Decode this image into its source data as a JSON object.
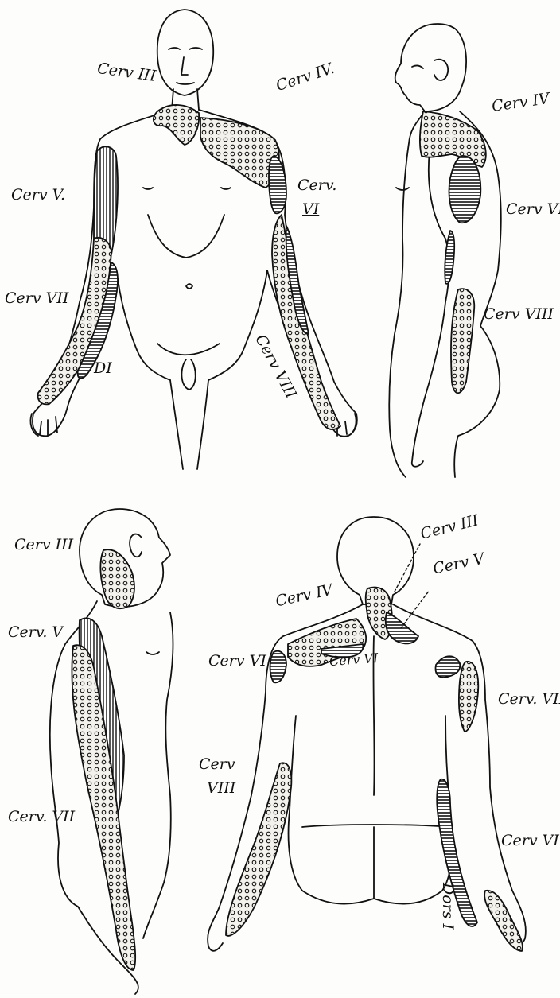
{
  "figure": {
    "labels": {
      "front_cerv_iii": "Cerv III",
      "front_cerv_iv": "Cerv IV.",
      "front_cerv_v": "Cerv V.",
      "front_cerv_vi_a": "Cerv.",
      "front_cerv_vi_b": "VI",
      "front_cerv_vii": "Cerv VII",
      "front_di": "DI",
      "front_cerv_viii": "Cerv VIII",
      "side_cerv_iv": "Cerv IV",
      "side_cerv_vi": "Cerv VI",
      "side_cerv_viii": "Cerv VIII",
      "left_cerv_iii": "Cerv III",
      "left_cerv_v": "Cerv. V",
      "left_cerv_vii": "Cerv. VII",
      "back_cerv_iii": "Cerv III",
      "back_cerv_v": "Cerv V",
      "back_cerv_iv": "Cerv IV",
      "back_cerv_vi_left": "Cerv VI",
      "back_cerv_vi_center": "Cerv VI",
      "back_cerv_vii_right": "Cerv. VII",
      "back_cerv_viii_a": "Cerv",
      "back_cerv_viii_b": "VIII",
      "back_dors_i": "Dors I",
      "back_cerv_vii_lower": "Cerv VII"
    }
  }
}
